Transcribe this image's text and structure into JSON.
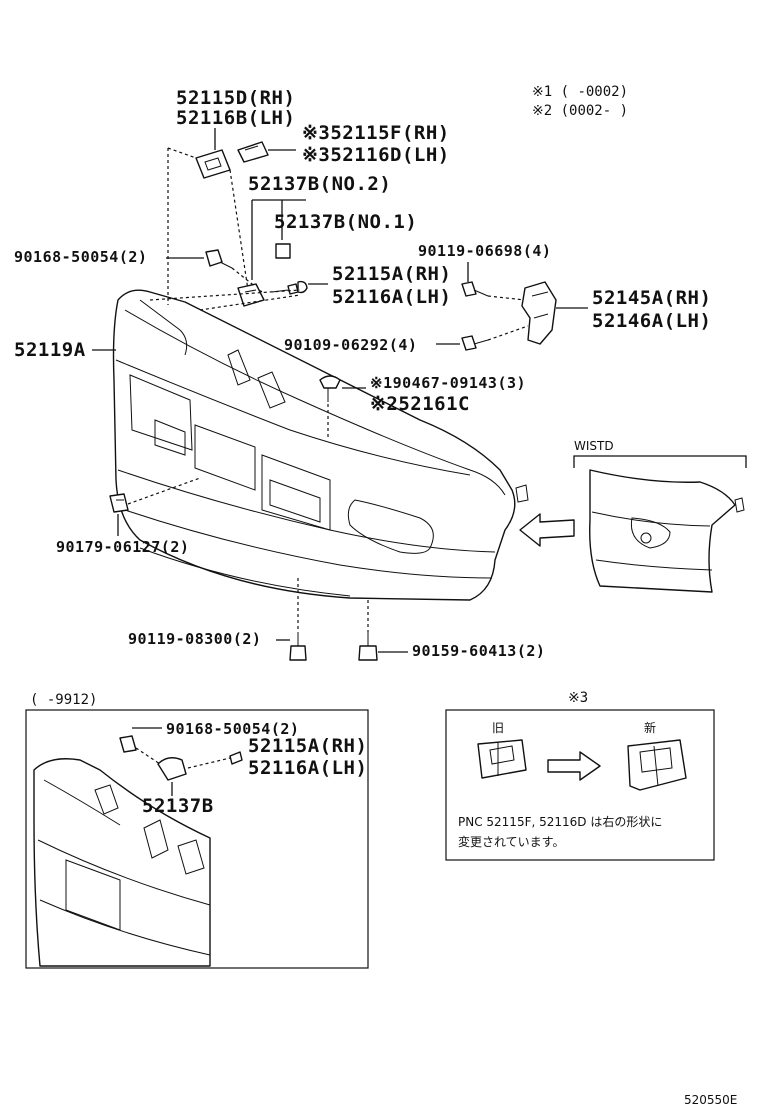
{
  "notes": {
    "note1": "※1 (      -0002)",
    "note2": "※2 (0002-      )"
  },
  "labels": {
    "p52115d": "52115D(RH)",
    "p52116b": "52116B(LH)",
    "p52115f": "※352115F(RH)",
    "p52116d": "※352116D(LH)",
    "p52137b2": "52137B(NO.2)",
    "p52137b1": "52137B(NO.1)",
    "p90168": "90168-50054(2)",
    "p90119a": "90119-06698(4)",
    "p52115a": "52115A(RH)",
    "p52116a": "52116A(LH)",
    "p52145a": "52145A(RH)",
    "p52146a": "52146A(LH)",
    "p52119a": "52119A",
    "p90109": "90109-06292(4)",
    "p190467": "※190467-09143(3)",
    "p52161c": "※252161C",
    "p90179": "90179-06127(2)",
    "p90119b": "90119-08300(2)",
    "p90159": "90159-60413(2)"
  },
  "wistd": {
    "label": "WISTD"
  },
  "inset": {
    "range": "(      -9912)",
    "p90168": "90168-50054(2)",
    "p52115a": "52115A(RH)",
    "p52116a": "52116A(LH)",
    "p52137b": "52137B"
  },
  "note3": {
    "marker": "※3",
    "old": "旧",
    "new": "新",
    "text1": "PNC 52115F, 52116D は右の形状に",
    "text2": "変更されています。"
  },
  "figure_id": "520550E",
  "icons": [
    "bumper-cover",
    "clip",
    "bolt",
    "retainer",
    "bracket",
    "arrow"
  ]
}
